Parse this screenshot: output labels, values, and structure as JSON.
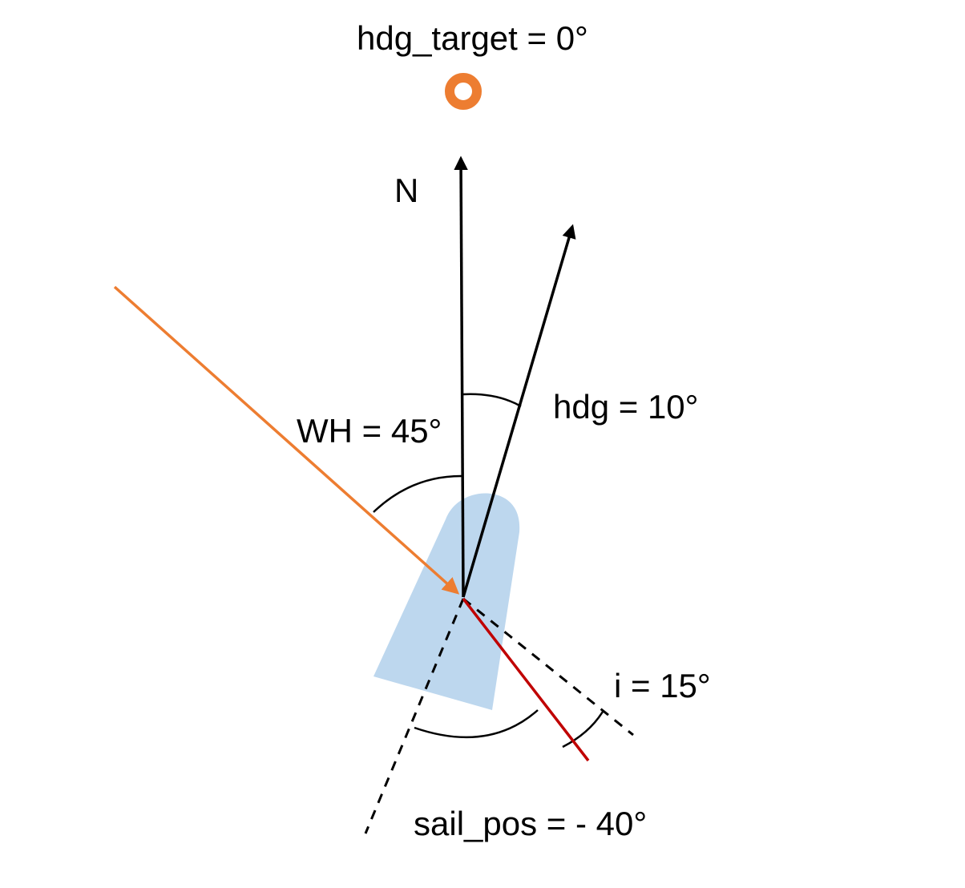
{
  "diagram": {
    "labels": {
      "hdg_target": "hdg_target = 0°",
      "north": "N",
      "hdg": "hdg = 10°",
      "wind": "WH = 45°",
      "incidence": "i = 15°",
      "sail_pos": "sail_pos = - 40°"
    },
    "colors": {
      "wind_arrow": "#ed7d31",
      "target_marker": "#ed7d31",
      "sail": "#c00000",
      "boat_hull": "#bdd7ee",
      "lines": "#000000"
    },
    "icons": {
      "target": "target-ring-icon"
    }
  }
}
